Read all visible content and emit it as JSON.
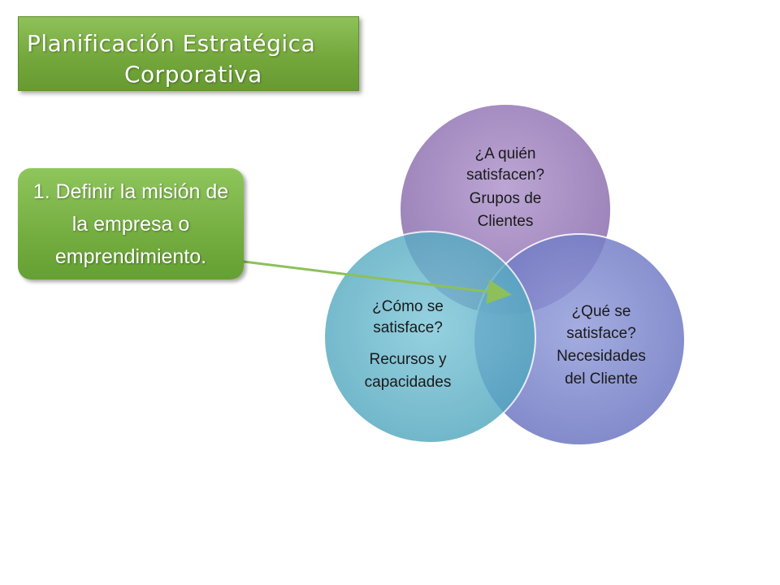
{
  "title": {
    "line1": "Planificación Estratégica",
    "line2": "Corporativa"
  },
  "note": {
    "text": "1. Definir la misión de la empresa o emprendimiento."
  },
  "venn": {
    "top": {
      "lines": [
        "¿A quién",
        "satisfacen?",
        "Grupos de",
        "Clientes"
      ],
      "color": "#a488c0"
    },
    "left": {
      "lines": [
        "¿Cómo se",
        "satisface?",
        "Recursos y",
        "capacidades"
      ],
      "color": "#5ab2c8"
    },
    "right": {
      "lines": [
        "¿Qué se",
        "satisface?",
        "Necesidades",
        "del Cliente"
      ],
      "color": "#7c86cc"
    }
  },
  "colors": {
    "green": "#74a83c",
    "arrow": "#8dc05a"
  }
}
